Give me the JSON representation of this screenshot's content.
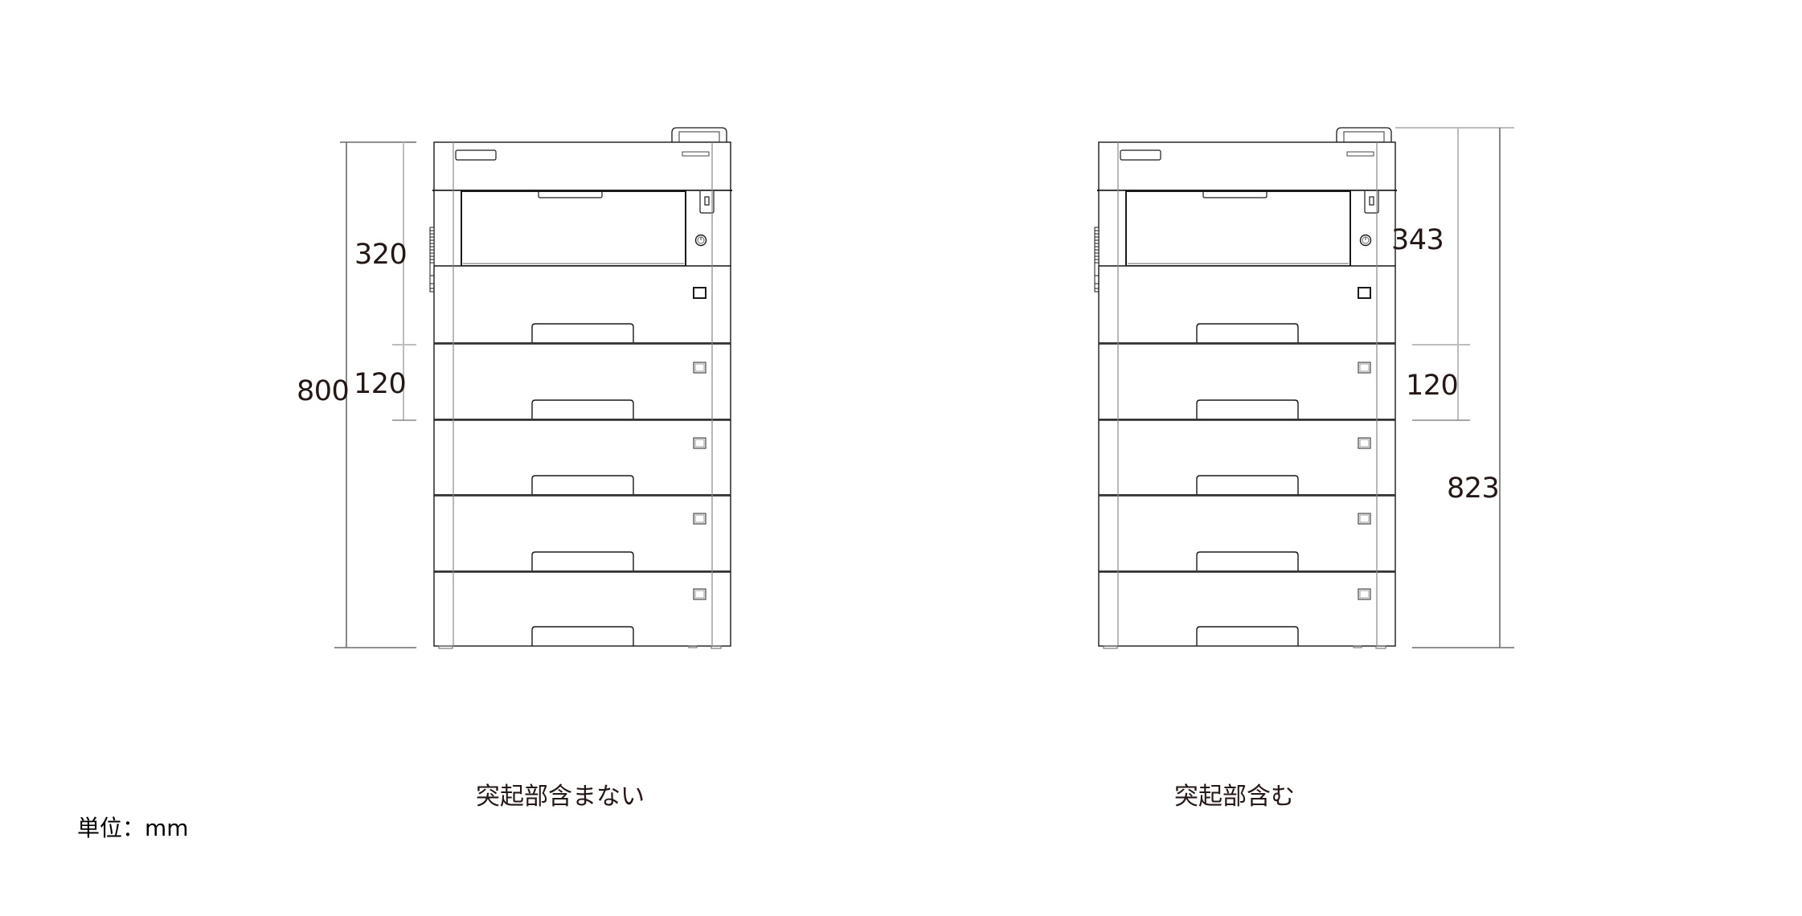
{
  "diagram": {
    "unit_label": "単位：mm",
    "left": {
      "caption": "突起部含まない",
      "dimensions": {
        "total_height": "800",
        "main_unit_height": "320",
        "tray_height": "120"
      }
    },
    "right": {
      "caption": "突起部含む",
      "dimensions": {
        "total_height": "823",
        "main_unit_height": "343",
        "tray_height": "120"
      }
    },
    "printer": {
      "paper_feeders": 5,
      "icons": [
        "power-button-icon",
        "lock-icon",
        "tray-indicator-icon",
        "side-vent-icon",
        "top-handle-icon"
      ]
    },
    "colors": {
      "outline": "#1a1a1a",
      "dimension_line_dark": "#6a6a6a",
      "dimension_line_light": "#bdbdbd",
      "text": "#231815"
    }
  }
}
